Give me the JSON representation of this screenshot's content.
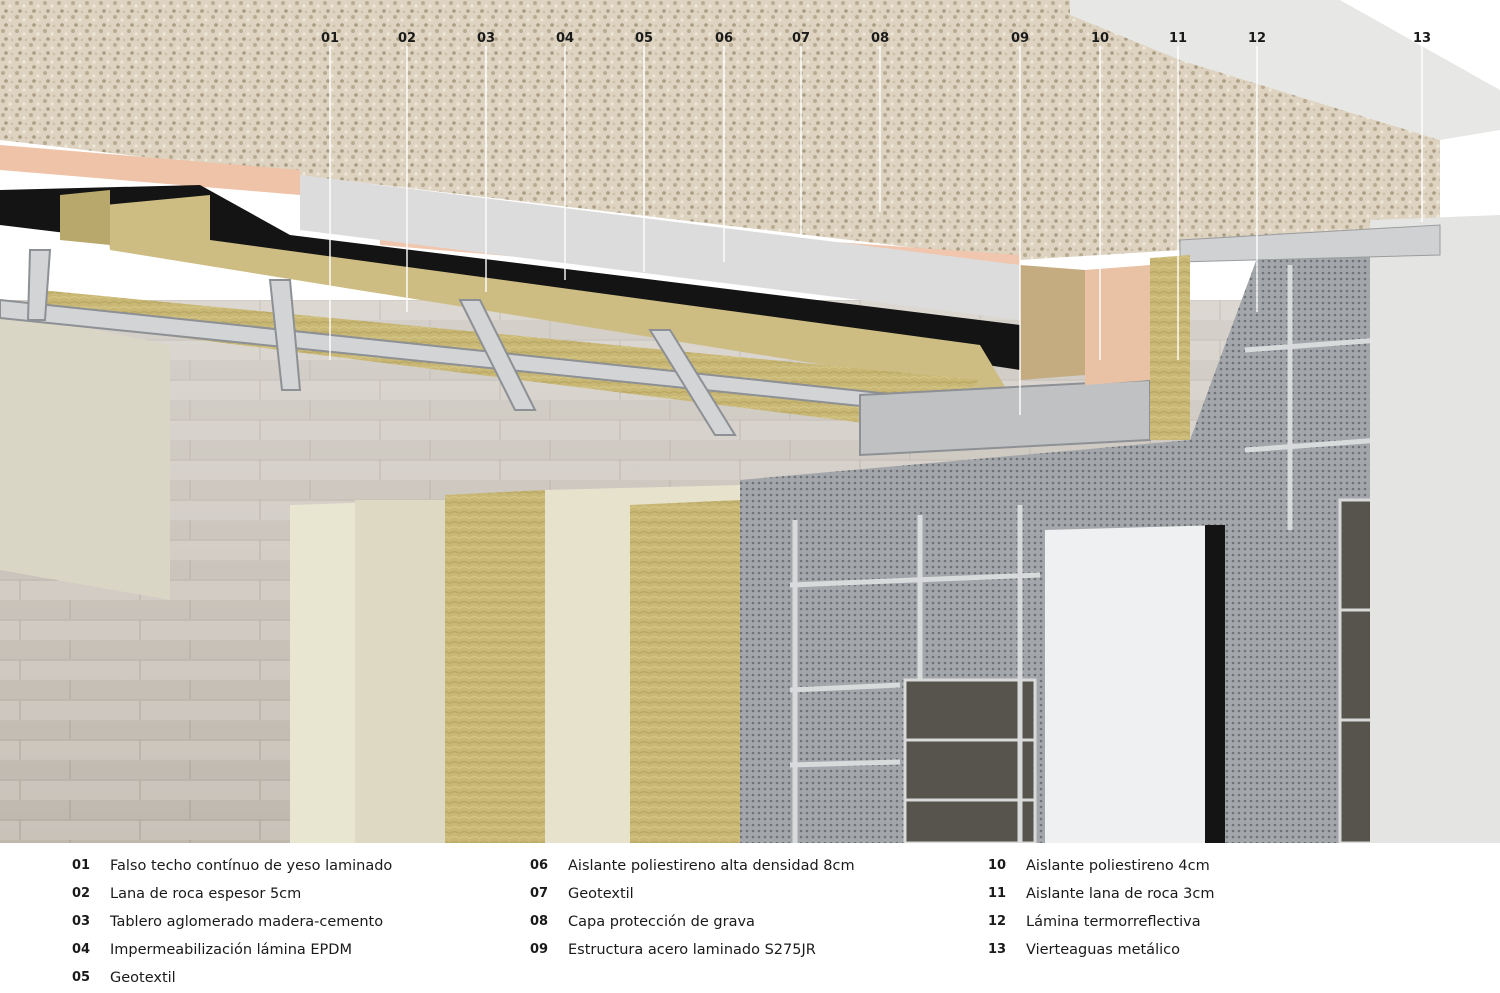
{
  "callouts": [
    {
      "num": "01",
      "text": "Falso techo contínuo de yeso laminado"
    },
    {
      "num": "02",
      "text": "Lana de roca espesor 5cm"
    },
    {
      "num": "03",
      "text": "Tablero aglomerado madera-cemento"
    },
    {
      "num": "04",
      "text": "Impermeabilización lámina EPDM"
    },
    {
      "num": "05",
      "text": "Geotextil"
    },
    {
      "num": "06",
      "text": "Aislante poliestireno alta densidad 8cm"
    },
    {
      "num": "07",
      "text": "Geotextil"
    },
    {
      "num": "08",
      "text": "Capa protección de grava"
    },
    {
      "num": "09",
      "text": "Estructura acero laminado S275JR"
    },
    {
      "num": "10",
      "text": "Aislante poliestireno 4cm"
    },
    {
      "num": "11",
      "text": "Aislante lana de roca 3cm"
    },
    {
      "num": "12",
      "text": "Lámina termorreflectiva"
    },
    {
      "num": "13",
      "text": "Vierteaguas metálico"
    }
  ],
  "colors": {
    "gravel": "#ddd3c0",
    "rock_wool": "#c9b875",
    "epdm": "#111111",
    "polystyrene": "#f0c7ae",
    "steel": "#c8cacc",
    "reflective_foil": "#9c9fa3",
    "wood_floor": "#c7c0b8",
    "plaster": "#e8e5d8"
  }
}
